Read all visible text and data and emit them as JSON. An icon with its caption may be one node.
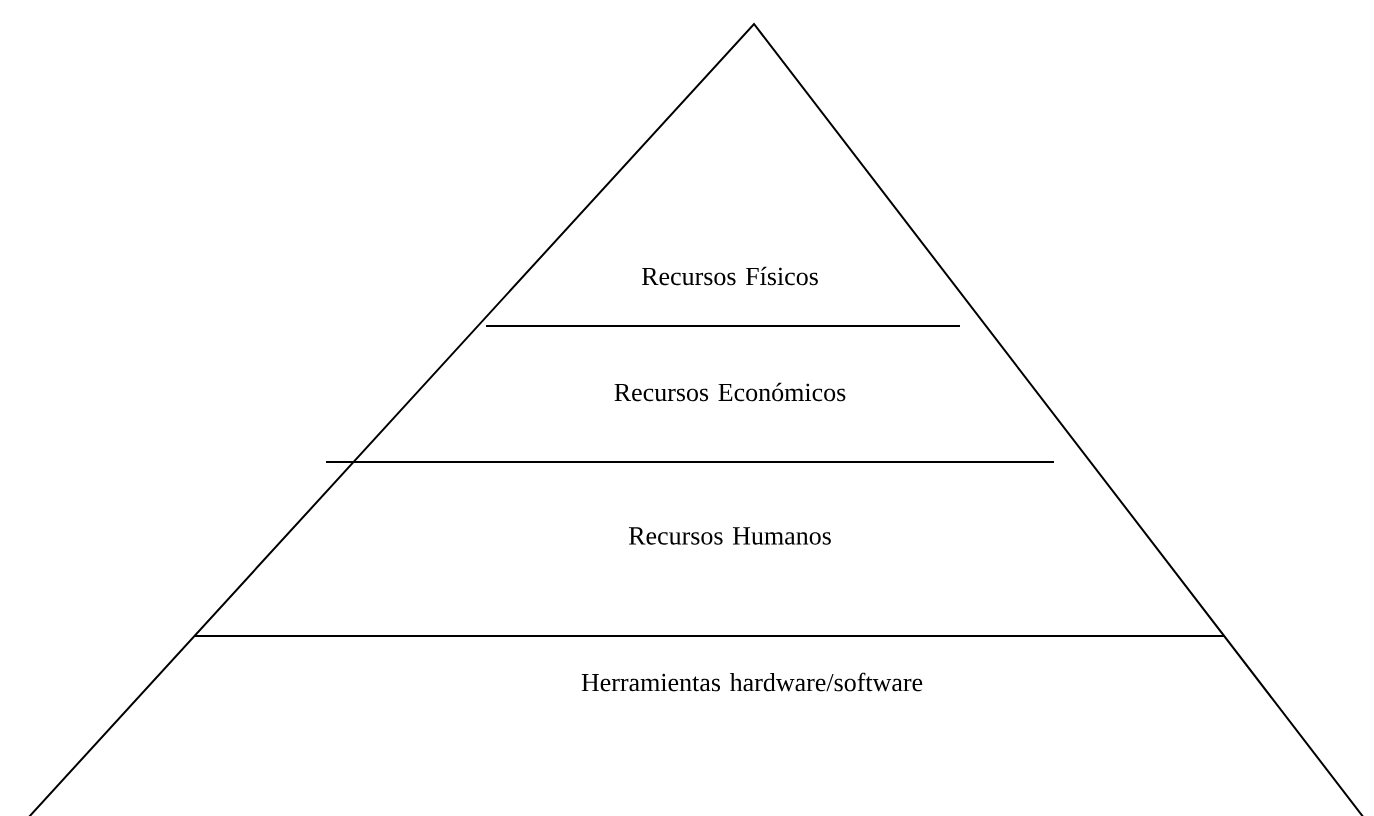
{
  "diagram": {
    "nodes": [
      {
        "text": [
          "Recursos Físicos"
        ]
      },
      {
        "text": [
          "Recursos Económicos"
        ]
      },
      {
        "text": [
          "Recursos Humanos"
        ]
      },
      {
        "text": [
          "Herramientas hardware/software"
        ]
      }
    ]
  }
}
